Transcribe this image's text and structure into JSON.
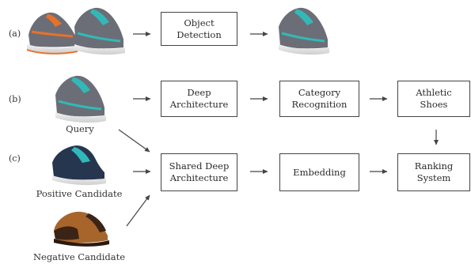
{
  "rows": {
    "a": "(a)",
    "b": "(b)",
    "c": "(c)"
  },
  "boxes": {
    "object_detection": "Object\nDetection",
    "deep_architecture": "Deep\nArchitecture",
    "category_recognition": "Category\nRecognition",
    "athletic_shoes": "Athletic\nShoes",
    "shared_deep_architecture": "Shared Deep\nArchitecture",
    "embedding": "Embedding",
    "ranking_system": "Ranking\nSystem"
  },
  "captions": {
    "query": "Query",
    "positive_candidate": "Positive Candidate",
    "negative_candidate": "Negative Candidate"
  },
  "colors": {
    "shoe_gray": "#6b6e76",
    "shoe_teal": "#33b8b8",
    "shoe_orange": "#e8712a",
    "navy": "#27364f",
    "brown": "#a8652b",
    "dark_brown": "#3b2416"
  }
}
